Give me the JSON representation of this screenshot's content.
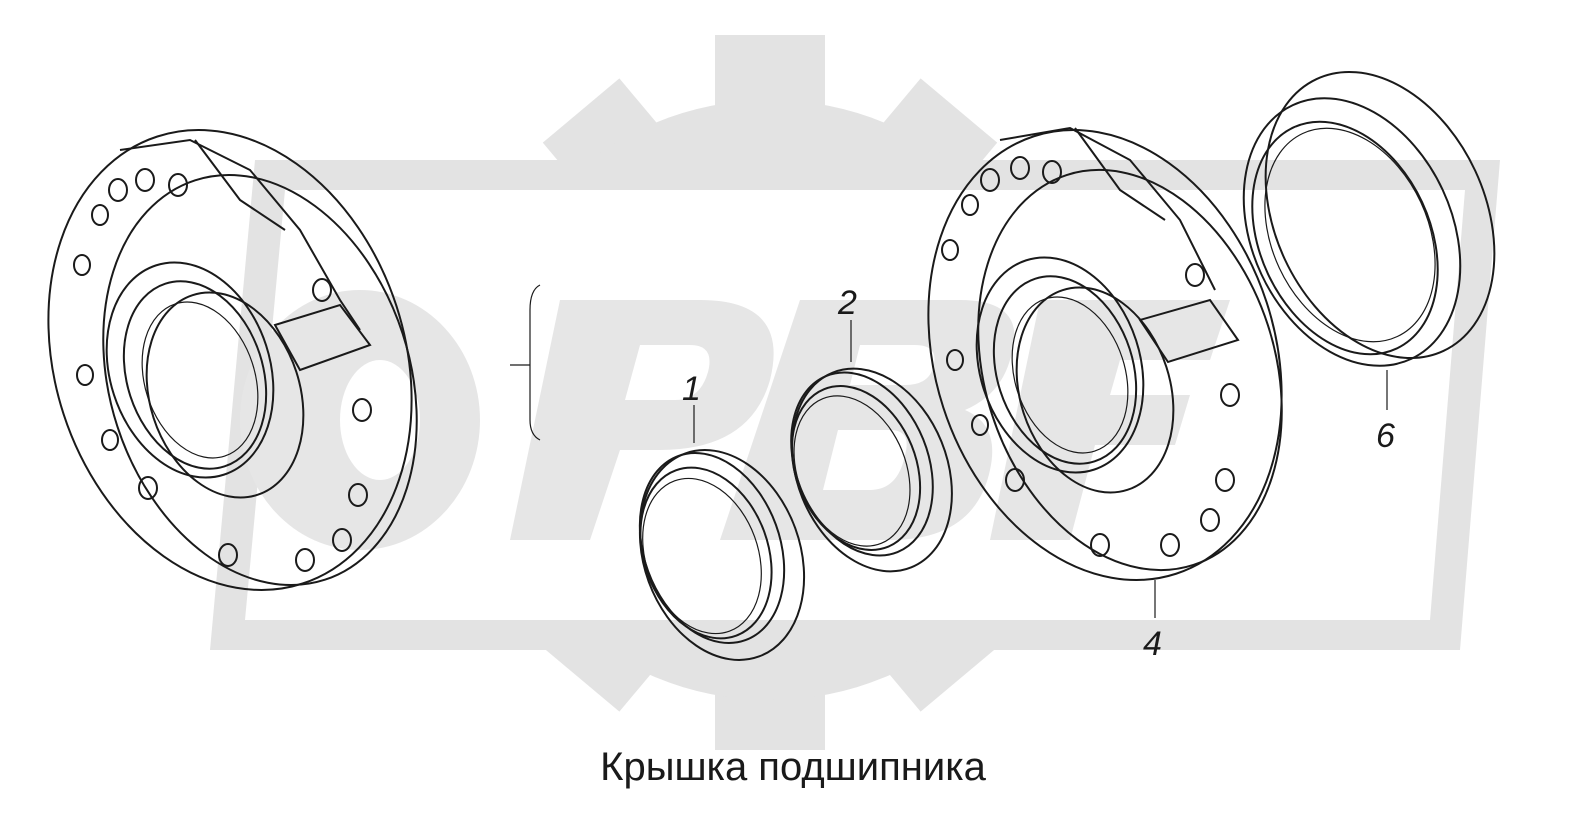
{
  "caption": "Крышка подшипника",
  "callouts": {
    "part1": "1",
    "part2": "2",
    "part4": "4",
    "part6": "6"
  },
  "colors": {
    "line": "#1a1a1a",
    "watermark": "#e3e3e3",
    "background": "#ffffff"
  }
}
